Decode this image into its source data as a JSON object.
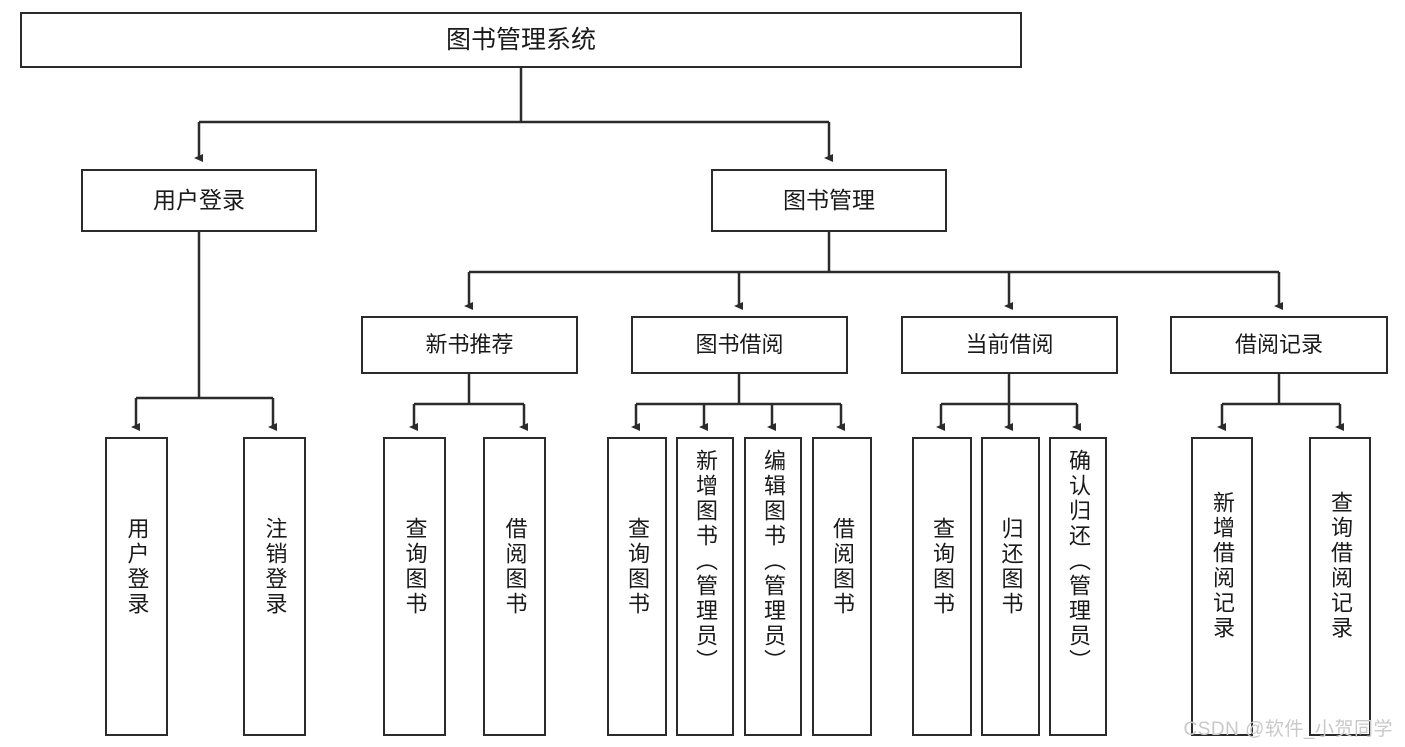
{
  "diagram": {
    "title": "图书管理系统",
    "type": "tree-hierarchy-diagram",
    "root": {
      "id": "root",
      "label": "图书管理系统"
    },
    "level1": [
      {
        "id": "user-login",
        "label": "用户登录"
      },
      {
        "id": "book-manage",
        "label": "图书管理"
      }
    ],
    "level2": [
      {
        "id": "new-book-recommend",
        "label": "新书推荐",
        "parent": "book-manage"
      },
      {
        "id": "book-borrow",
        "label": "图书借阅",
        "parent": "book-manage"
      },
      {
        "id": "current-borrow",
        "label": "当前借阅",
        "parent": "book-manage"
      },
      {
        "id": "borrow-record",
        "label": "借阅记录",
        "parent": "book-manage"
      }
    ],
    "leaves": {
      "user-login": [
        {
          "id": "leaf-user-login",
          "label": "用户登录"
        },
        {
          "id": "leaf-user-logout",
          "label": "注销登录"
        }
      ],
      "new-book-recommend": [
        {
          "id": "leaf-query-book-1",
          "label": "查询图书"
        },
        {
          "id": "leaf-borrow-book-1",
          "label": "借阅图书"
        }
      ],
      "book-borrow": [
        {
          "id": "leaf-query-book-2",
          "label": "查询图书"
        },
        {
          "id": "leaf-add-book",
          "label": "新增图书（管理员）"
        },
        {
          "id": "leaf-edit-book",
          "label": "编辑图书（管理员）"
        },
        {
          "id": "leaf-borrow-book-2",
          "label": "借阅图书"
        }
      ],
      "current-borrow": [
        {
          "id": "leaf-query-book-3",
          "label": "查询图书"
        },
        {
          "id": "leaf-return-book",
          "label": "归还图书"
        },
        {
          "id": "leaf-confirm-return",
          "label": "确认归还（管理员）"
        }
      ],
      "borrow-record": [
        {
          "id": "leaf-add-record",
          "label": "新增借阅记录"
        },
        {
          "id": "leaf-query-record",
          "label": "查询借阅记录"
        }
      ]
    },
    "colors": {
      "stroke": "#2b2b2b",
      "fill": "#ffffff",
      "text": "#1a1a1a",
      "watermark": "#c9c9c9"
    }
  },
  "watermark": {
    "text": "CSDN @软件_小贺同学"
  }
}
